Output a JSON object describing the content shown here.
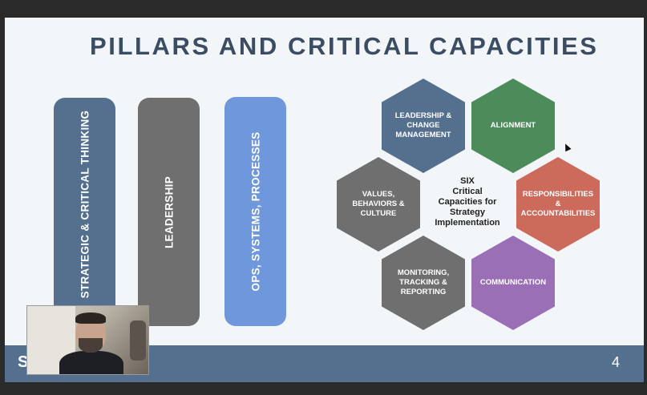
{
  "slide": {
    "title": "PILLARS AND CRITICAL CAPACITIES",
    "pillars": [
      {
        "label": "STRATEGIC & CRITICAL THINKING",
        "color": "#55708f"
      },
      {
        "label": "LEADERSHIP",
        "color": "#6f6f6f"
      },
      {
        "label": "OPS, SYSTEMS, PROCESSES",
        "color": "#6f98dc"
      }
    ],
    "hexagons": [
      {
        "label": "LEADERSHIP & CHANGE MANAGEMENT",
        "color": "#55708f"
      },
      {
        "label": "ALIGNMENT",
        "color": "#4c8c5a"
      },
      {
        "label": "VALUES, BEHAVIORS & CULTURE",
        "color": "#6f6f6f"
      },
      {
        "label": "RESPONSIBILITIES & ACCOUNTABILITIES",
        "color": "#cc6a5c"
      },
      {
        "label": "MONITORING, TRACKING & REPORTING",
        "color": "#6f6f6f"
      },
      {
        "label": "COMMUNICATION",
        "color": "#9a6fb6"
      }
    ],
    "center": {
      "line1": "SIX",
      "line2": "Critical",
      "line3": "Capacities for",
      "line4": "Strategy",
      "line5": "Implementation"
    },
    "footer": {
      "left_text": "S",
      "page_number": "4",
      "color": "#55708f"
    }
  }
}
